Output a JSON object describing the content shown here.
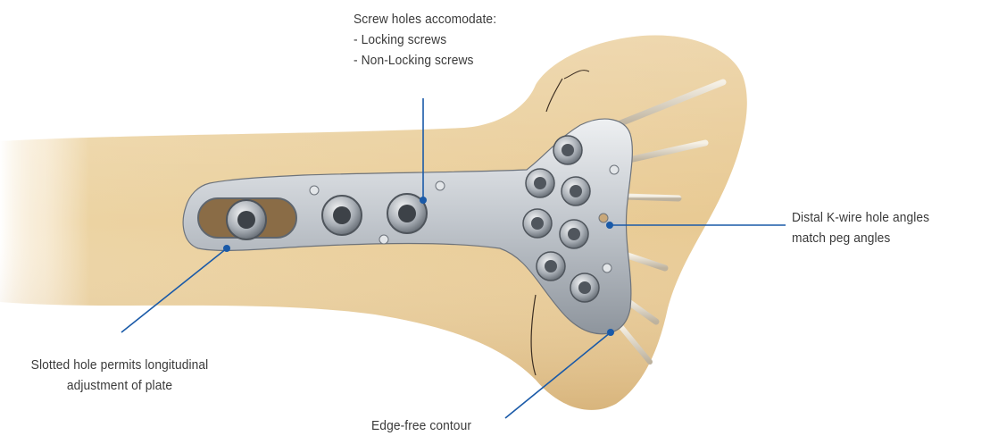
{
  "colors": {
    "bone": "#ecd3a2",
    "bone_shadow": "#d6ae72",
    "plate": "#c9cdd2",
    "plate_dark": "#8a9097",
    "leader": "#1a5aa8",
    "text": "#3a3a3a"
  },
  "labels": {
    "screw_holes": {
      "title": "Screw holes accomodate:",
      "line1": "- Locking screws",
      "line2": "- Non-Locking screws"
    },
    "distal_kwire": {
      "line1": "Distal K-wire hole angles",
      "line2": "match peg angles"
    },
    "slotted_hole": {
      "line1": "Slotted hole permits longitudinal",
      "line2": "adjustment of plate"
    },
    "edge_free": {
      "line1": "Edge-free contour"
    }
  }
}
